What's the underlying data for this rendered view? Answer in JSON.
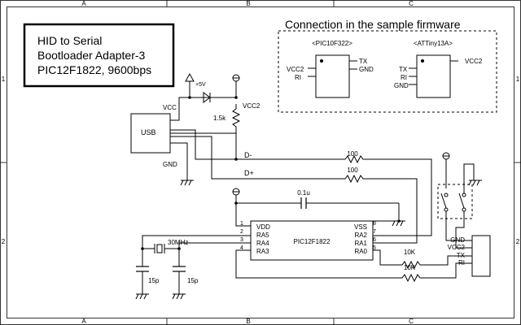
{
  "title": {
    "line1": "HID to Serial",
    "line2": "Bootloader Adapter-3",
    "line3": "PIC12F1822, 9600bps"
  },
  "frame": {
    "cols": [
      "A",
      "B",
      "C"
    ],
    "rows": [
      "1",
      "2"
    ]
  },
  "inset": {
    "heading": "Connection in the sample firmware",
    "chip1": {
      "name": "<PIC10F322>",
      "left_pins": [
        "VCC2",
        "RI"
      ],
      "right_pins": [
        "TX",
        "GND"
      ]
    },
    "chip2": {
      "name": "<ATTiny13A>",
      "left_pins": [
        "TX",
        "RI",
        "GND"
      ],
      "right_pins": [
        "VCC2"
      ]
    }
  },
  "usb": {
    "label": "USB",
    "vcc": "VCC",
    "gnd": "GND",
    "dminus": "D-",
    "dplus": "D+"
  },
  "supply": {
    "plus5": "+5V",
    "resistor": "1.5k",
    "vcc2": "VCC2"
  },
  "passives": {
    "r_dminus": "100",
    "r_dplus": "100",
    "cap_bypass": "0.1u",
    "crystal": "30MHz",
    "c1": "15p",
    "c2": "15p",
    "r_tx": "10K",
    "r_ri": "10K"
  },
  "mcu": {
    "name": "PIC12F1822",
    "left_pins": [
      {
        "num": "1",
        "name": "VDD"
      },
      {
        "num": "2",
        "name": "RA5"
      },
      {
        "num": "3",
        "name": "RA4"
      },
      {
        "num": "4",
        "name": "RA3"
      }
    ],
    "right_pins": [
      {
        "num": "8",
        "name": "VSS"
      },
      {
        "num": "7",
        "name": "RA2"
      },
      {
        "num": "6",
        "name": "RA1"
      },
      {
        "num": "5",
        "name": "RA0"
      }
    ]
  },
  "connector": {
    "pins": [
      "GND",
      "VCC2",
      "TX",
      "RI"
    ]
  }
}
